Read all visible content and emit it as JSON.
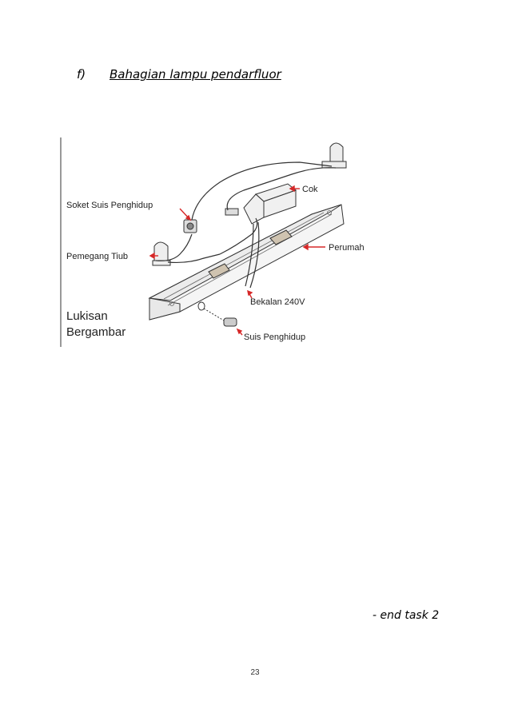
{
  "section": {
    "marker": "f)",
    "title": "Bahagian lampu pendarfluor"
  },
  "figure": {
    "labels": {
      "soket": "Soket Suis Penghidup",
      "cok": "Cok",
      "pemegang": "Pemegang Tiub",
      "perumah": "Perumah",
      "bekalan": "Bekalan 240V",
      "suis": "Suis Penghidup",
      "lukisan_1": "Lukisan",
      "lukisan_2": "Bergambar"
    },
    "colors": {
      "arrow": "#d62828",
      "line": "#333333",
      "fill": "#f7f7f7"
    }
  },
  "footer": {
    "end_note": "-  end task 2",
    "page_number": "23"
  }
}
